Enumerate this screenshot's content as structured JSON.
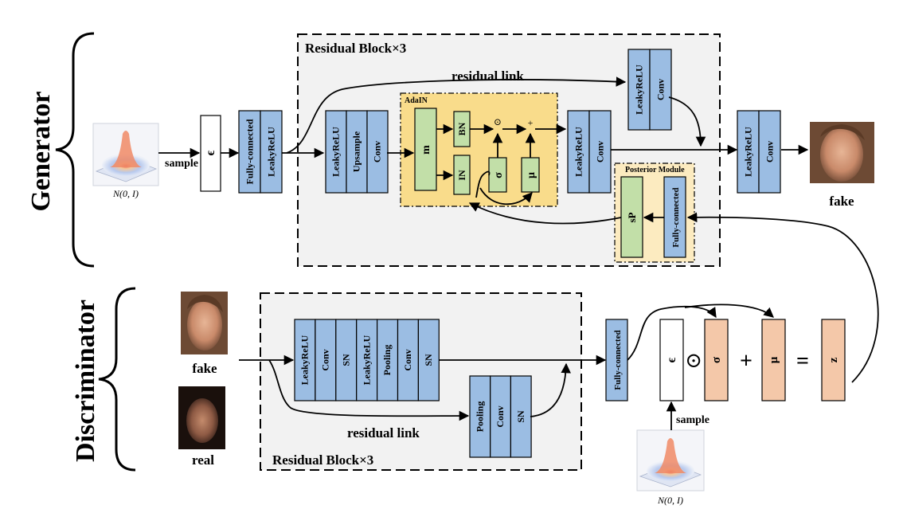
{
  "sections": {
    "generator": "Generator",
    "discriminator": "Discriminator"
  },
  "generator": {
    "residual_title": "Residual Block×3",
    "residual_link": "residual link",
    "sample": "sample",
    "distribution": "N(0, I)",
    "epsilon": "ϵ",
    "input_layers": [
      "Fully-connected",
      "LeakyReLU"
    ],
    "block_layers": [
      "LeakyReLU",
      "Upsample",
      "Conv"
    ],
    "adain": {
      "title": "AdaIN",
      "m": "m",
      "bn": "BN",
      "in": "IN",
      "sigma": "σ",
      "mu": "μ",
      "odot": "⊙",
      "plus": "+"
    },
    "post_adain_layers": [
      "LeakyReLU",
      "Conv"
    ],
    "skip_layers": [
      "LeakyReLU",
      "Conv"
    ],
    "posterior": {
      "title": "Posterior Module",
      "sp": "sP",
      "fc": "Fully-connected"
    },
    "output_layers": [
      "LeakyReLU",
      "Conv"
    ],
    "output_label": "fake"
  },
  "discriminator": {
    "residual_title": "Residual Block×3",
    "residual_link": "residual link",
    "fake_label": "fake",
    "real_label": "real",
    "main_layers": [
      "LeakyReLU",
      "Conv",
      "SN",
      "LeakyReLU",
      "Pooling",
      "Conv",
      "SN"
    ],
    "skip_layers": [
      "Pooling",
      "Conv",
      "SN"
    ],
    "fc": "Fully-connected",
    "epsilon": "ϵ",
    "odot": "⊙",
    "sigma": "σ",
    "plus": "+",
    "mu": "μ",
    "equals": "=",
    "z": "z",
    "sample": "sample",
    "distribution": "N(0, I)"
  },
  "colors": {
    "layer_blue": "#9bbde3",
    "adain_green": "#c2dfa8",
    "adain_bg": "#f9dc8b",
    "posterior_bg": "#fcebc0",
    "latent_orange": "#f4c8a9",
    "block_gray": "#f2f2f2"
  }
}
